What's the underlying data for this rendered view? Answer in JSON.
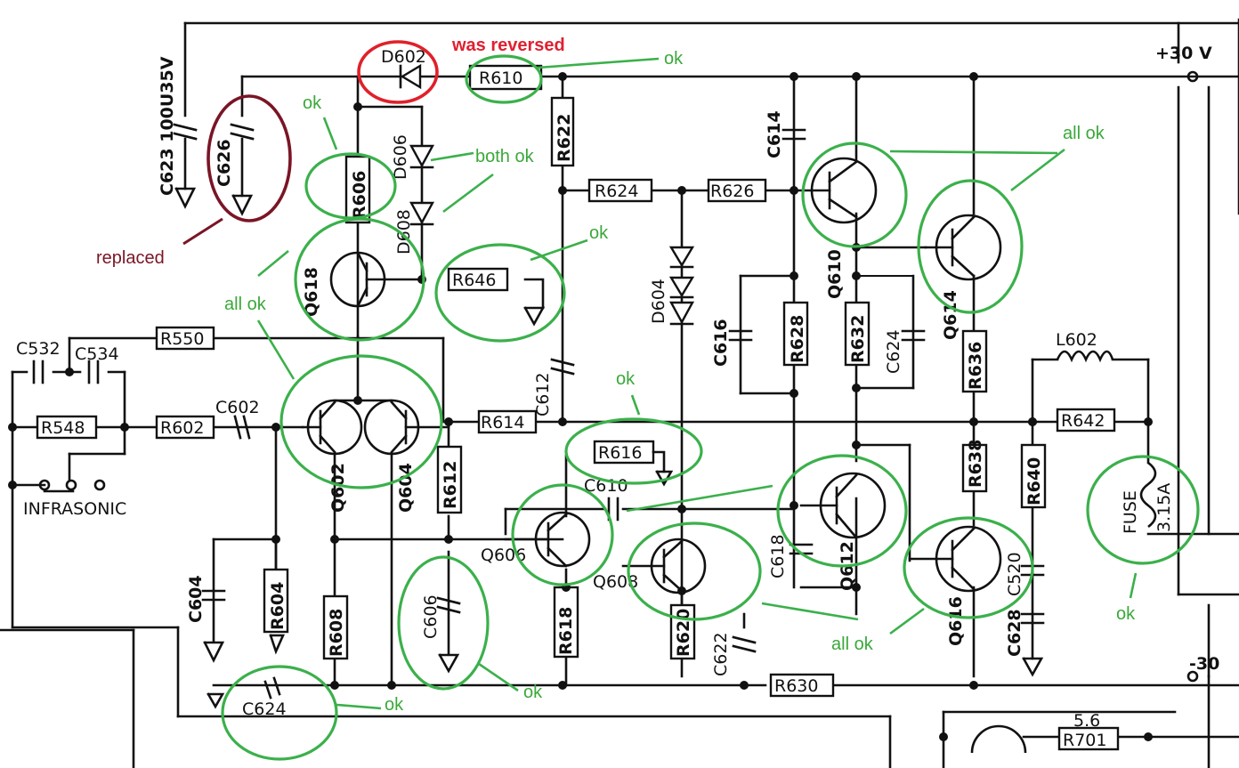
{
  "components": {
    "D602": "D602",
    "R610": "R610",
    "C623": "C623 100U35V",
    "C626": "C626",
    "R622": "R622",
    "C614": "C614",
    "R606": "R606",
    "D606": "D606",
    "D608": "D608",
    "R624": "R624",
    "R626": "R626",
    "Q618": "Q618",
    "R646": "R646",
    "D604": "D604",
    "Q610": "Q610",
    "Q614": "Q614",
    "C532": "C532",
    "C534": "C534",
    "R550": "R550",
    "C616": "C616",
    "R628": "R628",
    "R632": "R632",
    "C624_top": "C624",
    "R636": "R636",
    "L602": "L602",
    "R548": "R548",
    "R602": "R602",
    "C602": "C602",
    "C612": "C612",
    "R614": "R614",
    "R642": "R642",
    "R616": "R616",
    "R612": "R612",
    "Q602": "Q602",
    "Q604": "Q604",
    "C610": "C610",
    "R638": "R638",
    "R640": "R640",
    "FUSE": "FUSE",
    "FUSE_rating": "3.15A",
    "INFRASONIC": "INFRASONIC",
    "Q606": "Q606",
    "Q608": "Q608",
    "C618": "C618",
    "Q612": "Q612",
    "C520": "C520",
    "C604": "C604",
    "R604": "R604",
    "R608": "R608",
    "C606": "C606",
    "R618": "R618",
    "R620": "R620",
    "C622": "C622",
    "Q616": "Q616",
    "C628": "C628",
    "C624_bottom": "C624",
    "R630": "R630",
    "R701": "R701",
    "R701_value": "5.6",
    "rail_pos": "+30 V",
    "rail_neg": "-30"
  },
  "annotations": {
    "was_reversed": "was reversed",
    "replaced": "replaced",
    "ok_r610": "ok",
    "ok_r606": "ok",
    "both_ok": "both ok",
    "all_ok_top": "all ok",
    "ok_r646": "ok",
    "all_ok_left": "all ok",
    "ok_r616": "ok",
    "all_ok_bottom": "all ok",
    "ok_c606": "ok",
    "ok_c624": "ok",
    "ok_fuse": "ok"
  },
  "colors": {
    "ok_green": "#3bb04b",
    "reversed_red": "#e0202a",
    "replaced_maroon": "#7a1526",
    "ink": "#111111"
  }
}
